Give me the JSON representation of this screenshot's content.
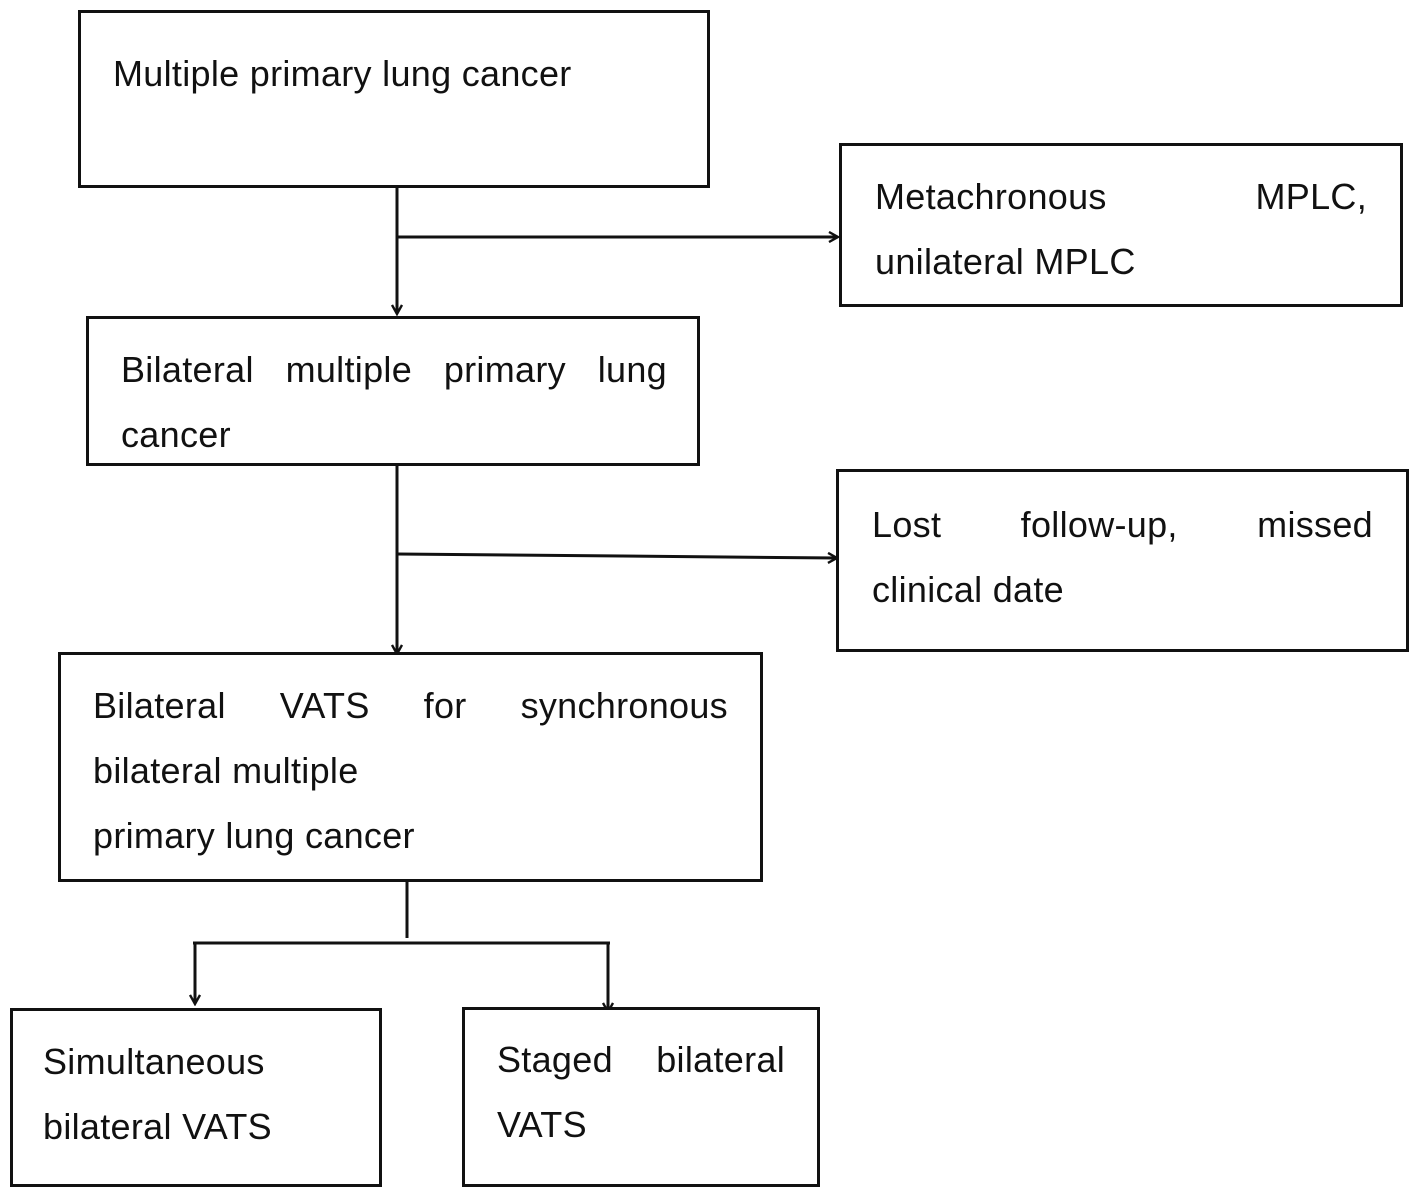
{
  "nodes": {
    "mplc": {
      "lines": [
        "Multiple primary lung cancer"
      ]
    },
    "excluded_1": {
      "lines": [
        "Metachronous MPLC,",
        "unilateral MPLC"
      ]
    },
    "bilateral": {
      "lines": [
        "Bilateral multiple primary lung",
        "cancer"
      ]
    },
    "excluded_2": {
      "lines": [
        "Lost follow-up, missed",
        "clinical date"
      ]
    },
    "vats": {
      "lines": [
        "Bilateral VATS for synchronous",
        "bilateral multiple",
        "primary lung cancer"
      ]
    },
    "simultaneous": {
      "lines": [
        "Simultaneous",
        "bilateral VATS"
      ]
    },
    "staged": {
      "lines": [
        "Staged bilateral",
        "VATS"
      ]
    }
  },
  "colors": {
    "stroke": "#111111",
    "background": "#ffffff"
  }
}
